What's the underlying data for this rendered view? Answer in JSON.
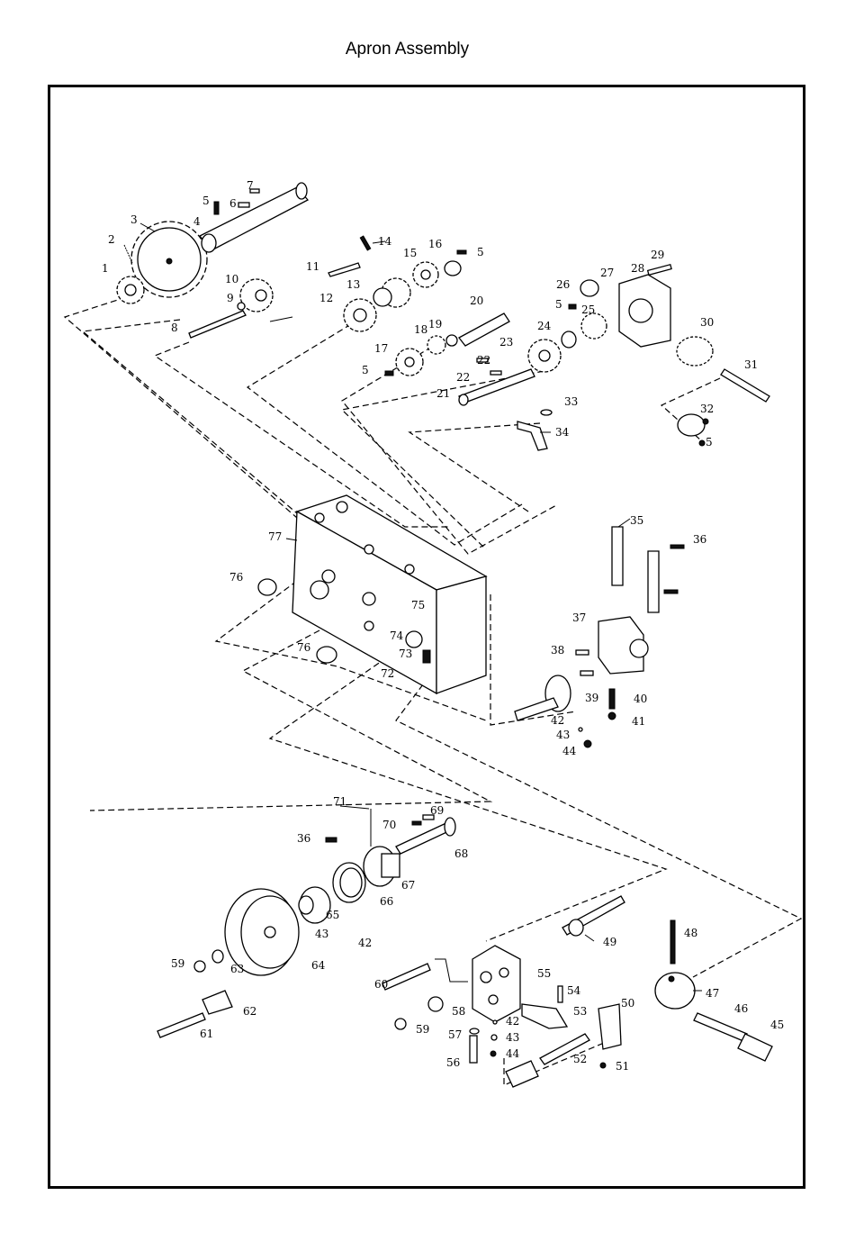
{
  "title": "Apron Assembly",
  "labels": {
    "p1": "1",
    "p2": "2",
    "p3": "3",
    "p4": "4",
    "p5a": "5",
    "p6": "6",
    "p7": "7",
    "p8": "8",
    "p9": "9",
    "p10": "10",
    "p11": "11",
    "p12": "12",
    "p13": "13",
    "p14": "14",
    "p15": "15",
    "p16": "16",
    "p5b": "5",
    "p17": "17",
    "p5c": "5",
    "p18": "18",
    "p19": "19",
    "p20": "20",
    "p21": "21",
    "p22a": "22",
    "p22b": "22",
    "p23": "23",
    "p24": "24",
    "p25": "25",
    "p5d": "5",
    "p26": "26",
    "p27": "27",
    "p28": "28",
    "p29": "29",
    "p30": "30",
    "p31": "31",
    "p32": "32",
    "p5e": "5",
    "p33": "33",
    "p34": "34",
    "p35": "35",
    "p36a": "36",
    "p37": "37",
    "p38": "38",
    "p39": "39",
    "p40": "40",
    "p41": "41",
    "p42a": "42",
    "p43a": "43",
    "p44a": "44",
    "p77": "77",
    "p76a": "76",
    "p76b": "76",
    "p75": "75",
    "p74": "74",
    "p73": "73",
    "p72": "72",
    "p71": "71",
    "p70": "70",
    "p69": "69",
    "p36b": "36",
    "p68": "68",
    "p67": "67",
    "p66": "66",
    "p65": "65",
    "p43b": "43",
    "p42b": "42",
    "p64": "64",
    "p63": "63",
    "p59a": "59",
    "p62": "62",
    "p61": "61",
    "p49": "49",
    "p48": "48",
    "p60": "60",
    "p55": "55",
    "p54": "54",
    "p58": "58",
    "p53": "53",
    "p50": "50",
    "p59b": "59",
    "p57": "57",
    "p42c": "42",
    "p43c": "43",
    "p44b": "44",
    "p56": "56",
    "p52": "52",
    "p51": "51",
    "p47": "47",
    "p46": "46",
    "p45": "45"
  }
}
